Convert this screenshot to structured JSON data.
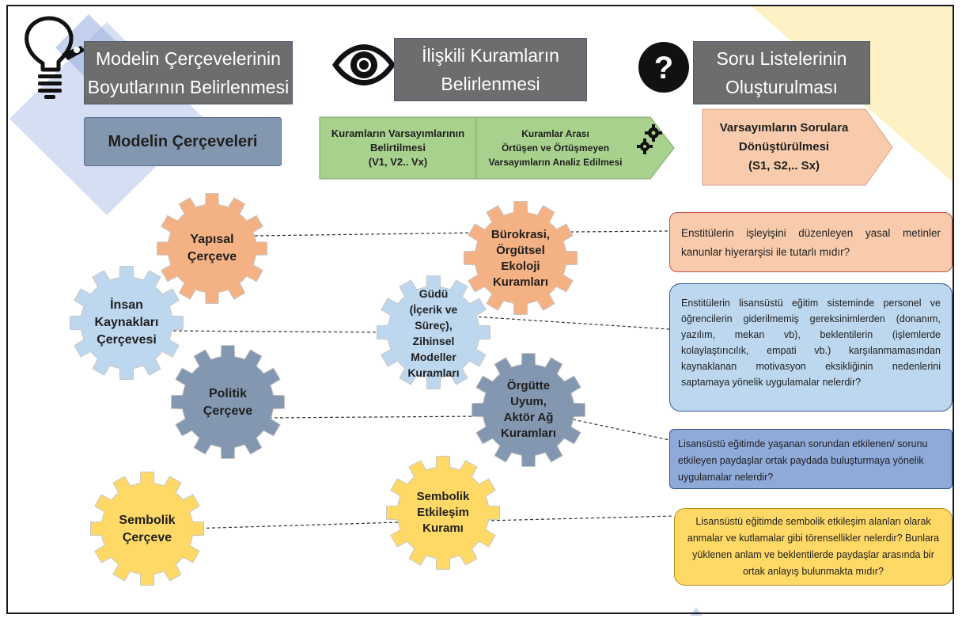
{
  "header": {
    "model_title": "Modelin Çerçevelerinin\nBoyutlarının Belirlenmesi",
    "theories_title": "İlişkili Kuramların\nBelirlenmesi",
    "questions_title": "Soru Listelerinin\nOluşturulması"
  },
  "frames_label": "Modelin Çerçeveleri",
  "steps": {
    "assumptions": "Kuramların Varsayımlarının\nBelirtilmesi\n(V1, V2.. Vx)",
    "analysis": "Kuramlar Arası\nÖrtüşen ve Örtüşmeyen\nVarsayımların Analiz Edilmesi",
    "conversion": "Varsayımların Sorulara\nDönüştürülmesi\n(S1, S2,.. Sx)"
  },
  "frames": [
    {
      "label": "Yapısal\nÇerçeve",
      "color": "#f4b183"
    },
    {
      "label": "İnsan\nKaynakları\nÇerçevesi",
      "color": "#bdd7ee"
    },
    {
      "label": "Politik\nÇerçeve",
      "color": "#8497b0"
    },
    {
      "label": "Sembolik\nÇerçeve",
      "color": "#ffd966"
    }
  ],
  "theories": [
    {
      "label": "Bürokrasi,\nÖrgütsel\nEkoloji\nKuramları",
      "color": "#f4b183"
    },
    {
      "label": "Güdü\n(İçerik ve\nSüreç),\nZihinsel\nModeller\nKuramları",
      "color": "#bdd7ee"
    },
    {
      "label": "Örgütte\nUyum,\nAktör Ağ\nKuramları",
      "color": "#8497b0"
    },
    {
      "label": "Sembolik\nEtkileşim\nKuramı",
      "color": "#ffd966"
    }
  ],
  "questions": [
    {
      "text": "Enstitülerin işleyişini düzenleyen yasal metinler kanunlar hiyerarşisi ile tutarlı mıdır?",
      "color": "#f8cbad"
    },
    {
      "text": "Enstitülerin lisansüstü eğitim sisteminde personel ve öğrencilerin giderilmemiş gereksinimlerden (donanım, yazılım, mekan vb), beklentilerin (işlemlerde kolaylaştırıcılık, empati vb.) karşılanmamasından kaynaklanan motivasyon eksikliğinin nedenlerini saptamaya yönelik uygulamalar nelerdir?",
      "color": "#bdd7ee"
    },
    {
      "text": "Lisansüstü eğitimde yaşanan sorundan etkilenen/ sorunu etkileyen paydaşlar ortak paydada buluşturmaya yönelik uygulamalar nelerdir?",
      "color": "#8fa9d9"
    },
    {
      "text": "Lisansüstü eğitimde sembolik etkileşim alanları olarak anmalar ve kutlamalar gibi törensellikler nelerdir? Bunlara yüklenen anlam ve beklentilerde paydaşlar arasında bir ortak anlayış bulunmakta mıdır?",
      "color": "#ffd966"
    }
  ],
  "icons": [
    "lightbulb-icon",
    "eye-icon",
    "question-icon",
    "gears-icon"
  ]
}
